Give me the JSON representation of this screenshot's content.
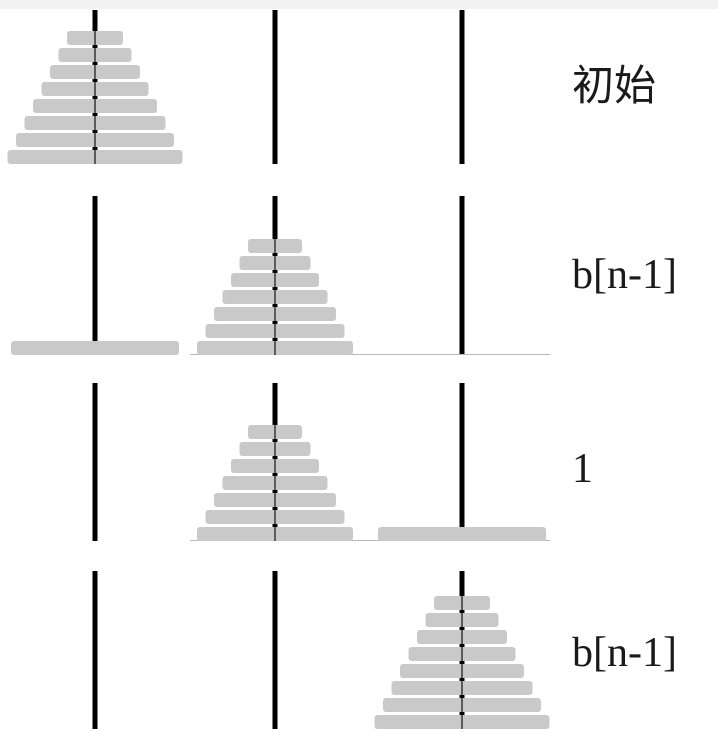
{
  "colors": {
    "peg": "#000000",
    "disk": "#c9c9c9",
    "baseline": "#b8b8b8",
    "background": "#ffffff"
  },
  "disk_count": 8,
  "rows": [
    {
      "label": "初始",
      "pegs": [
        8,
        0,
        0
      ],
      "big_disk_on": 0
    },
    {
      "label": "b[n-1]",
      "pegs": [
        1,
        7,
        0
      ],
      "big_disk_on": 0
    },
    {
      "label": "1",
      "pegs": [
        0,
        7,
        1
      ],
      "big_disk_on": 2
    },
    {
      "label": "b[n-1]",
      "pegs": [
        0,
        0,
        8
      ],
      "big_disk_on": 2
    }
  ]
}
